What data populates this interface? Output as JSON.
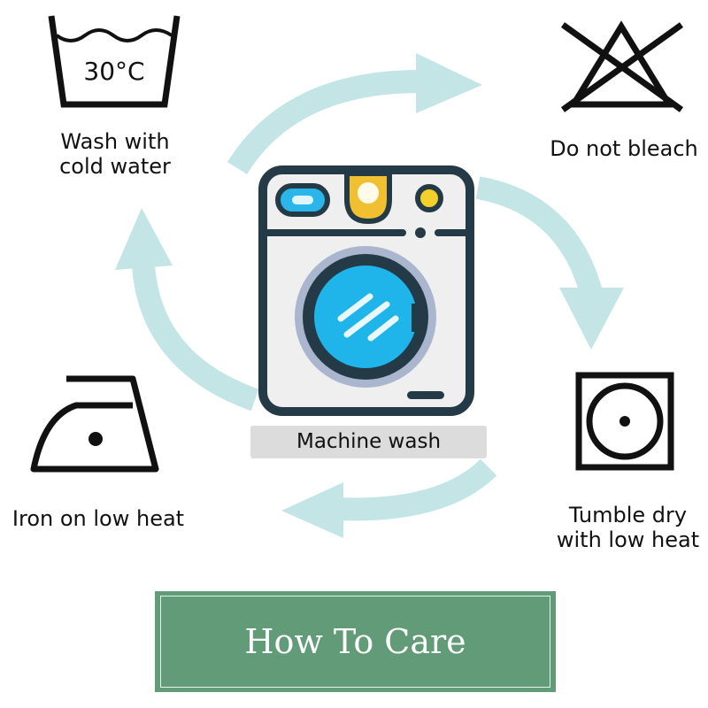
{
  "center": {
    "label": "Machine wash"
  },
  "symbols": [
    {
      "icon": "wash-tub-icon",
      "temperature": "30°C",
      "label_line1": "Wash with",
      "label_line2": "cold water"
    },
    {
      "icon": "no-bleach-icon",
      "label_line1": "Do not bleach"
    },
    {
      "icon": "tumble-dry-icon",
      "label_line1": "Tumble dry",
      "label_line2": "with low heat"
    },
    {
      "icon": "iron-icon",
      "label_line1": "Iron on low heat"
    }
  ],
  "footer": {
    "title": "How To Care"
  },
  "colors": {
    "arrow": "#bfe3e3",
    "banner": "#629b78",
    "washer_outline": "#243a46",
    "drum_blue": "#1fb5ea",
    "accent_yellow": "#f0c030"
  }
}
